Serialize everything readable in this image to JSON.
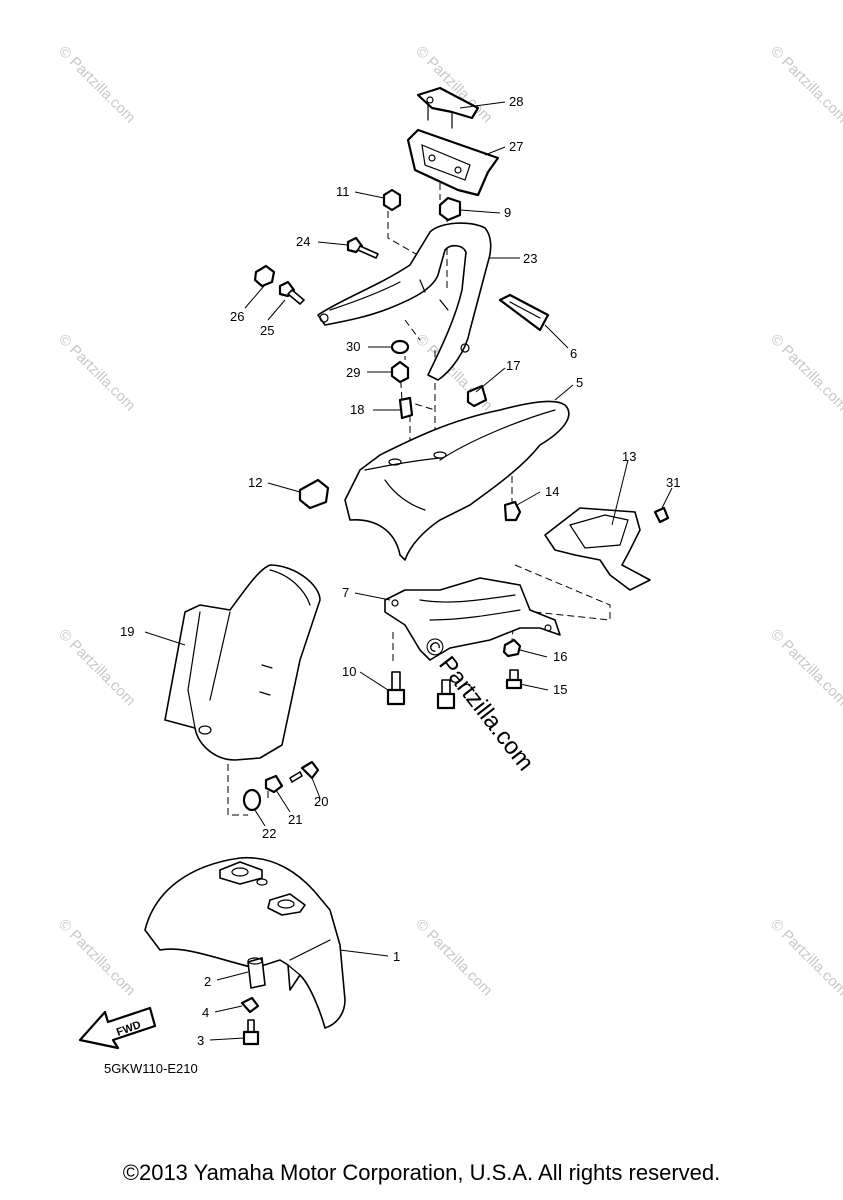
{
  "diagram": {
    "code": "5GKW110-E210",
    "fwd_label": "FWD",
    "center_watermark": "© Partzilla.com",
    "tile_watermark": "© Partzilla.com",
    "callouts": [
      {
        "num": "1"
      },
      {
        "num": "2"
      },
      {
        "num": "3"
      },
      {
        "num": "4"
      },
      {
        "num": "5"
      },
      {
        "num": "6"
      },
      {
        "num": "7"
      },
      {
        "num": "9"
      },
      {
        "num": "10"
      },
      {
        "num": "11"
      },
      {
        "num": "12"
      },
      {
        "num": "13"
      },
      {
        "num": "14"
      },
      {
        "num": "15"
      },
      {
        "num": "16"
      },
      {
        "num": "17"
      },
      {
        "num": "18"
      },
      {
        "num": "19"
      },
      {
        "num": "20"
      },
      {
        "num": "21"
      },
      {
        "num": "22"
      },
      {
        "num": "23"
      },
      {
        "num": "24"
      },
      {
        "num": "25"
      },
      {
        "num": "26"
      },
      {
        "num": "27"
      },
      {
        "num": "28"
      },
      {
        "num": "29"
      },
      {
        "num": "30"
      },
      {
        "num": "31"
      }
    ]
  },
  "footer": {
    "copyright": "©2013 Yamaha Motor Corporation, U.S.A. All rights reserved."
  }
}
